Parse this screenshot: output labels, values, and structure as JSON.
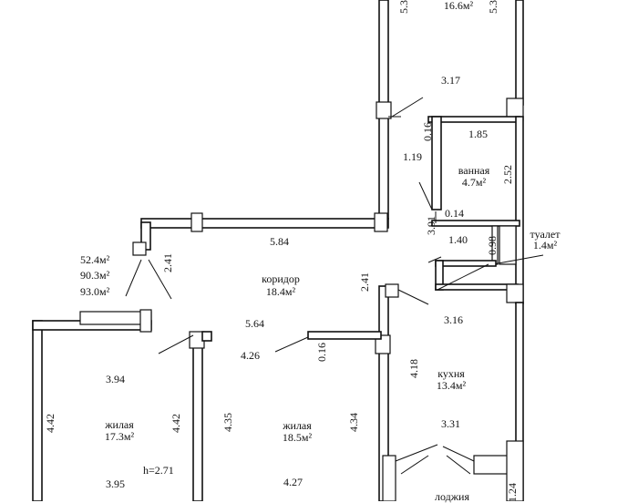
{
  "rooms": {
    "top_room_area": "16.6м²",
    "bathroom_name": "ванная",
    "bathroom_area": "4.7м²",
    "toilet_name": "туалет",
    "toilet_area": "1.4м²",
    "corridor_name": "коридор",
    "corridor_area": "18.4м²",
    "living1_name": "жилая",
    "living1_area": "17.3м²",
    "living2_name": "жилая",
    "living2_area": "18.5м²",
    "kitchen_name": "кухня",
    "kitchen_area": "13.4м²",
    "loggia_name": "лоджия"
  },
  "totals": {
    "living_area": "52.4м²",
    "total_area": "90.3м²",
    "total_with_loggia": "93.0м²"
  },
  "ceiling_height": "h=2.71",
  "dims": {
    "top_left": "5.3",
    "top_right": "5.3",
    "hall_top": "3.17",
    "bath_width": "1.85",
    "bath_height": "2.52",
    "bath_wall": "0.16",
    "hall_left": "1.19",
    "bath_lower": "3.91",
    "bath_gap": "0.14",
    "toilet_width": "1.40",
    "toilet_height": "0.98",
    "corridor_len": "5.84",
    "corridor_left_h": "2.41",
    "corridor_right_h": "2.41",
    "kitchen_top": "3.16",
    "partition_len": "5.64",
    "room2_top": "4.26",
    "room2_wall": "0.16",
    "room1_top": "3.94",
    "room1_left": "4.42",
    "room1_right": "4.42",
    "room2_left": "4.35",
    "room2_right": "4.34",
    "kitchen_left": "4.18",
    "kitchen_width": "3.31",
    "room1_bottom": "3.95",
    "room2_bottom": "4.27",
    "loggia_side": "1.24"
  }
}
